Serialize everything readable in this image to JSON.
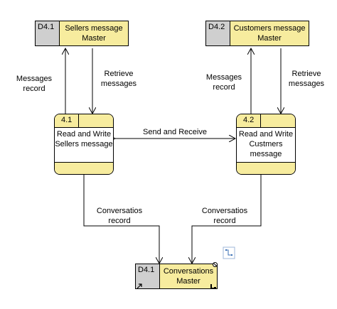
{
  "stores": {
    "d41_top": {
      "id": "D4.1",
      "name": "Sellers message Master"
    },
    "d42": {
      "id": "D4.2",
      "name": "Customers message Master"
    },
    "d41_bottom": {
      "id": "D4.1",
      "name": "Conversations Master"
    }
  },
  "processes": {
    "p41": {
      "id": "4.1",
      "name": "Read and Write Sellers message"
    },
    "p42": {
      "id": "4.2",
      "name": "Read and Write Custmers message"
    }
  },
  "flows": {
    "left_messages_record": "Messages record",
    "left_retrieve_messages": "Retrieve messages",
    "right_messages_record": "Messages record",
    "right_retrieve_messages": "Retrieve messages",
    "send_and_receive": "Send and Receive",
    "left_conversations_record": "Conversatios record",
    "right_conversations_record": "Conversatios record"
  }
}
